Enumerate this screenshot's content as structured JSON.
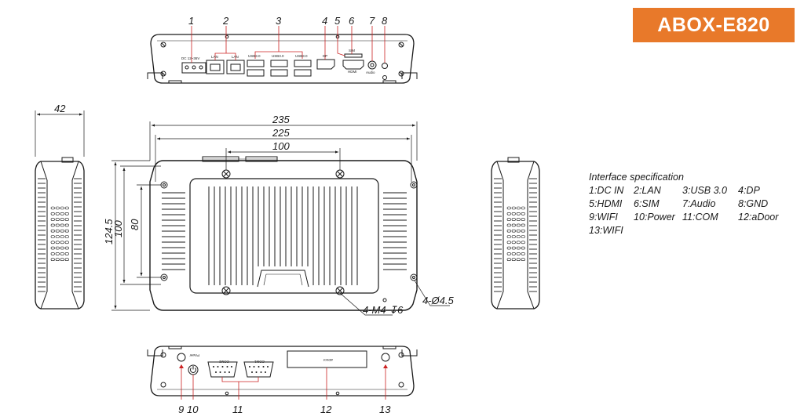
{
  "product": {
    "model": "ABOX-E820"
  },
  "colors": {
    "badge": "#e8792a",
    "line": "#1a1a1a",
    "leader": "#cc2222"
  },
  "callouts": {
    "top": [
      "1",
      "2",
      "3",
      "4",
      "5",
      "6",
      "7",
      "8"
    ],
    "bottom": [
      "9",
      "10",
      "11",
      "12",
      "13"
    ]
  },
  "port_labels": {
    "dc": "DC 12~36V",
    "lan1": "LAN",
    "lan2": "LAN",
    "usb1": "USB3.0",
    "usb2": "USB3.0",
    "usb3": "USB3.0",
    "dp": "DP",
    "sim": "SIM",
    "hdmi": "HDMI",
    "audio": "Audio",
    "power": "Power",
    "com2": "COM2",
    "com1": "COM1",
    "adoor": "aDoor"
  },
  "dimensions": {
    "depth": "42",
    "overall_width": "235",
    "mount_width": "225",
    "hole_spacing_x": "100",
    "hole_spacing_y": "80",
    "overall_height": "124.5",
    "mount_height": "100",
    "screw_callout": "4-M4 ↧6",
    "hole_callout": "4-Ø4.5"
  },
  "spec": {
    "title": "Interface specification",
    "items": [
      "1:DC IN",
      "2:LAN",
      "3:USB 3.0",
      "4:DP",
      "5:HDMI",
      "6:SIM",
      "7:Audio",
      "8:GND",
      "9:WIFI",
      "10:Power",
      "11:COM",
      "12:aDoor",
      "13:WIFI"
    ]
  }
}
